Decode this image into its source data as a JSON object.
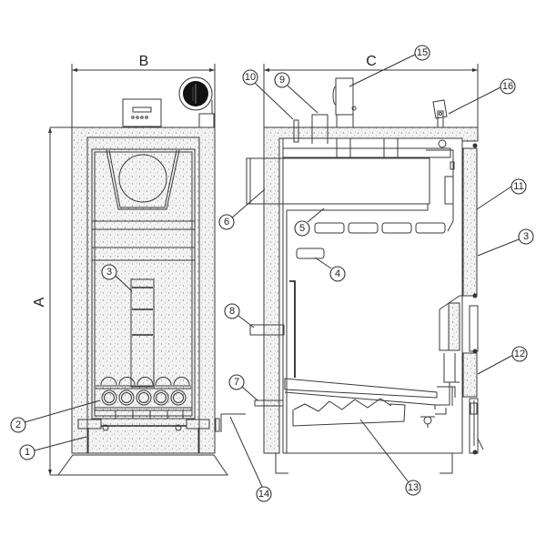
{
  "title": "Boiler construction diagram — front view and side section",
  "dimensions": {
    "width_label": "B",
    "depth_label": "C",
    "height_label": "A"
  },
  "callouts": [
    {
      "id": "1",
      "label": "1"
    },
    {
      "id": "2",
      "label": "2"
    },
    {
      "id": "3a",
      "label": "3"
    },
    {
      "id": "3b",
      "label": "3"
    },
    {
      "id": "4",
      "label": "4"
    },
    {
      "id": "5",
      "label": "5"
    },
    {
      "id": "6",
      "label": "6"
    },
    {
      "id": "7",
      "label": "7"
    },
    {
      "id": "8",
      "label": "8"
    },
    {
      "id": "9",
      "label": "9"
    },
    {
      "id": "10",
      "label": "10"
    },
    {
      "id": "11",
      "label": "11"
    },
    {
      "id": "12",
      "label": "12"
    },
    {
      "id": "13",
      "label": "13"
    },
    {
      "id": "14",
      "label": "14"
    },
    {
      "id": "15",
      "label": "15"
    },
    {
      "id": "16",
      "label": "16"
    }
  ],
  "colors": {
    "line": "#3a3a3a",
    "insulation_fill": "#f2f2f2",
    "fan_fill": "#111111"
  }
}
